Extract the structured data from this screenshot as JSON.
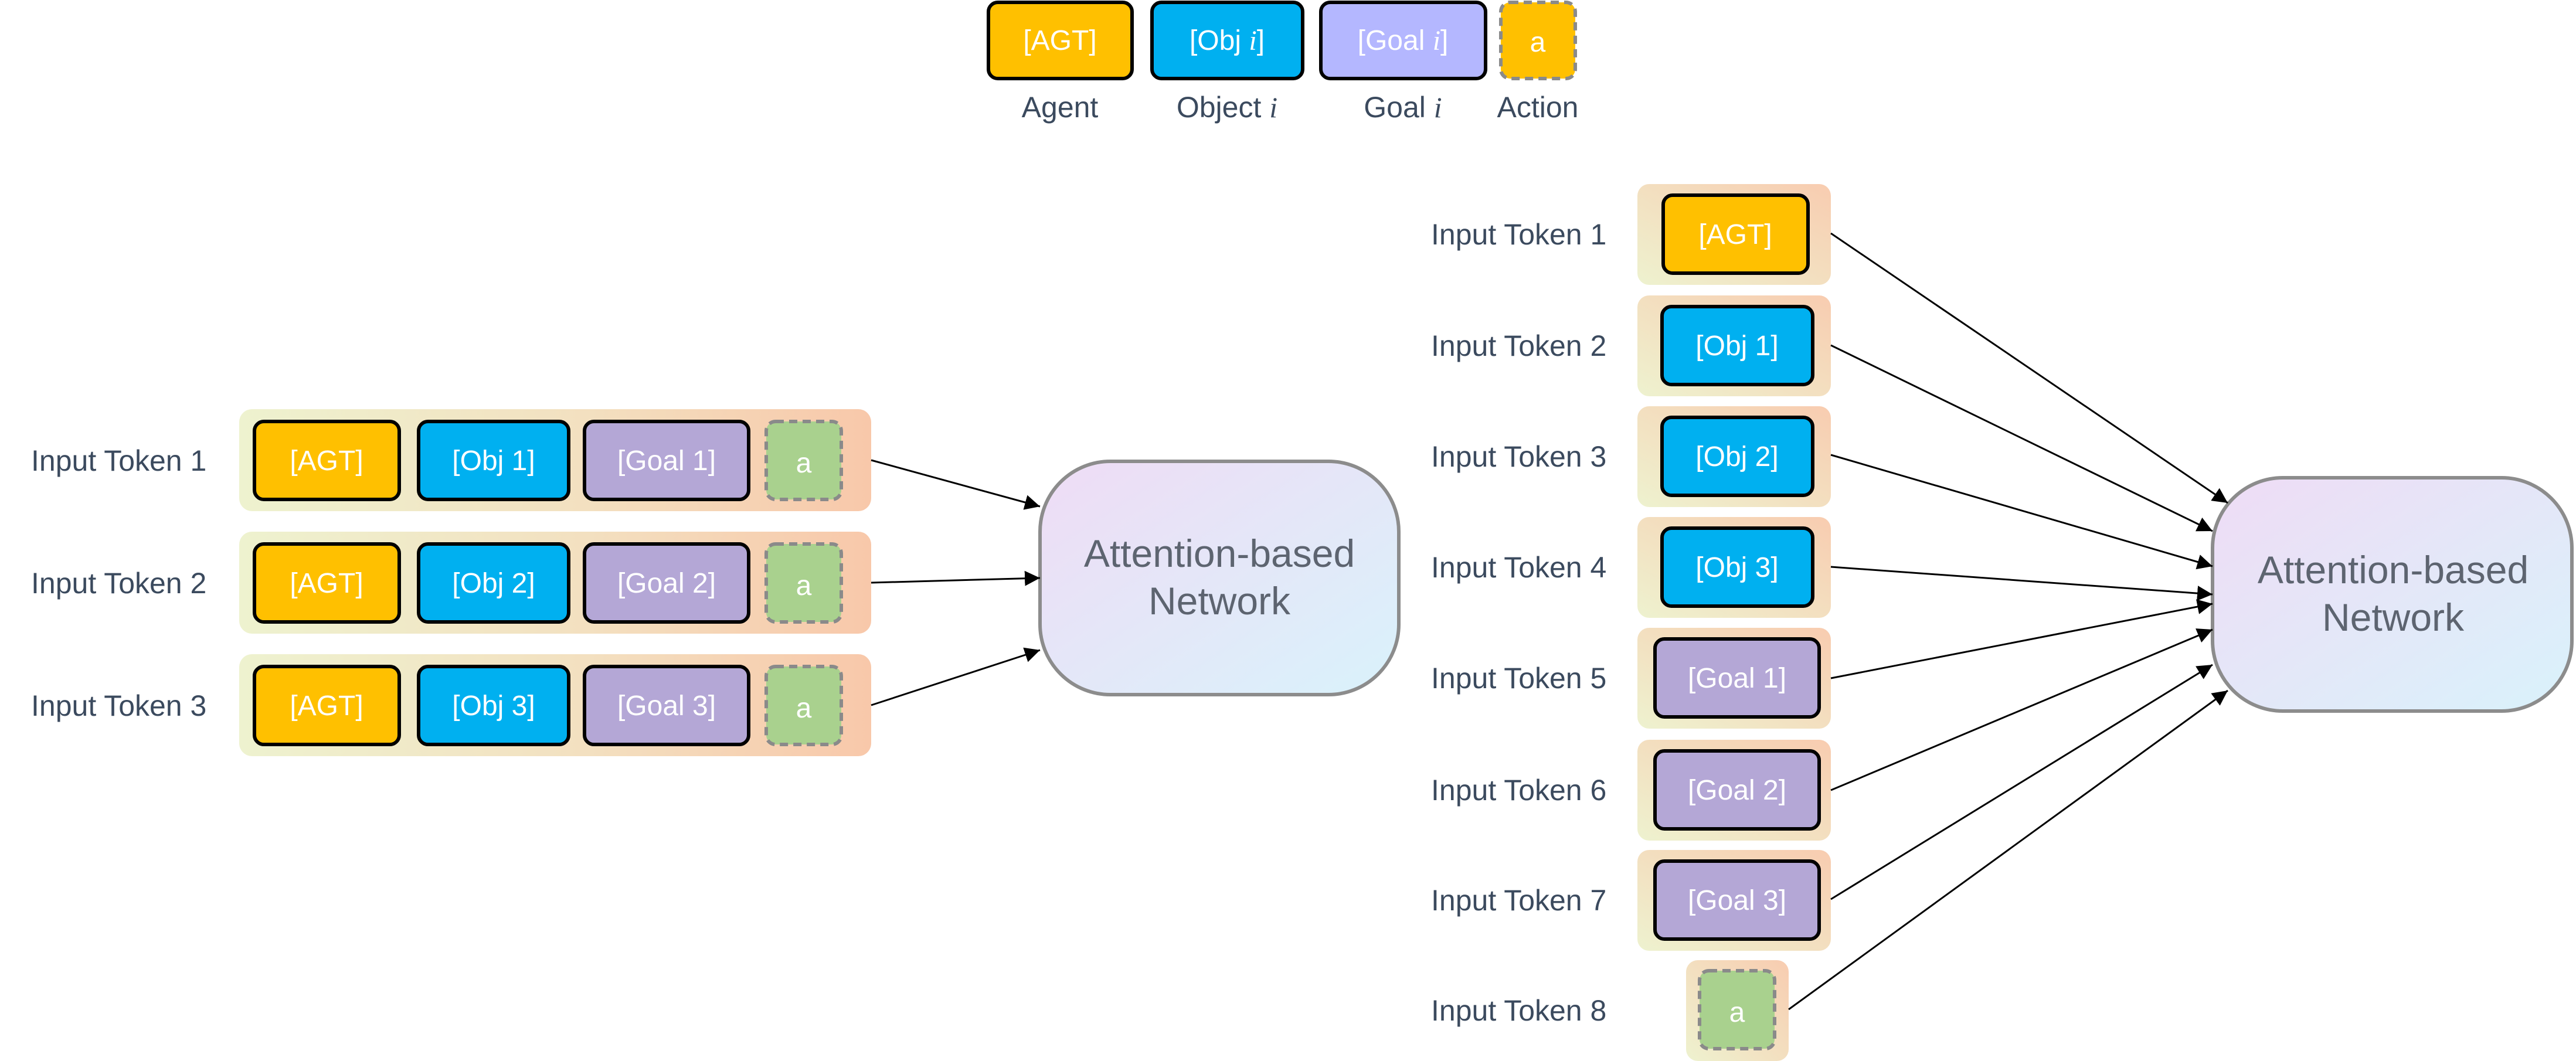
{
  "legend": [
    {
      "text": "[AGT]",
      "caption": "Agent",
      "kind": "agent"
    },
    {
      "text": "[Obj ",
      "var": "i",
      "suffix": "]",
      "caption": "Object ",
      "caption_var": "i",
      "kind": "obj"
    },
    {
      "text": "[Goal ",
      "var": "i",
      "suffix": "]",
      "caption": "Goal ",
      "caption_var": "i",
      "kind": "goal"
    },
    {
      "text": "a",
      "caption": "Action",
      "kind": "action-yellow"
    }
  ],
  "left_panel": {
    "rows": [
      {
        "label": "Input Token 1",
        "tokens": [
          "[AGT]",
          "[Obj 1]",
          "[Goal 1]",
          "a"
        ]
      },
      {
        "label": "Input Token 2",
        "tokens": [
          "[AGT]",
          "[Obj 2]",
          "[Goal 2]",
          "a"
        ]
      },
      {
        "label": "Input Token 3",
        "tokens": [
          "[AGT]",
          "[Obj 3]",
          "[Goal 3]",
          "a"
        ]
      }
    ],
    "network_label": [
      "Attention-based",
      "Network"
    ]
  },
  "right_panel": {
    "rows": [
      {
        "label": "Input Token 1",
        "token": "[AGT]",
        "kind": "agent"
      },
      {
        "label": "Input Token 2",
        "token": "[Obj 1]",
        "kind": "obj"
      },
      {
        "label": "Input Token 3",
        "token": "[Obj 2]",
        "kind": "obj"
      },
      {
        "label": "Input Token 4",
        "token": "[Obj 3]",
        "kind": "obj"
      },
      {
        "label": "Input Token 5",
        "token": "[Goal 1]",
        "kind": "goal"
      },
      {
        "label": "Input Token 6",
        "token": "[Goal 2]",
        "kind": "goal"
      },
      {
        "label": "Input Token 7",
        "token": "[Goal 3]",
        "kind": "goal"
      },
      {
        "label": "Input Token 8",
        "token": "a",
        "kind": "action-green"
      }
    ],
    "network_label": [
      "Attention-based",
      "Network"
    ]
  },
  "colors": {
    "agent": "#ffc000",
    "obj": "#00b0f0",
    "goal_legend": "#b4b7ff",
    "goal": "#b4a7d6",
    "action_green": "#a9d18e",
    "row_bg_left": "#eef2cf",
    "row_bg_right": "#f8ccb0"
  }
}
